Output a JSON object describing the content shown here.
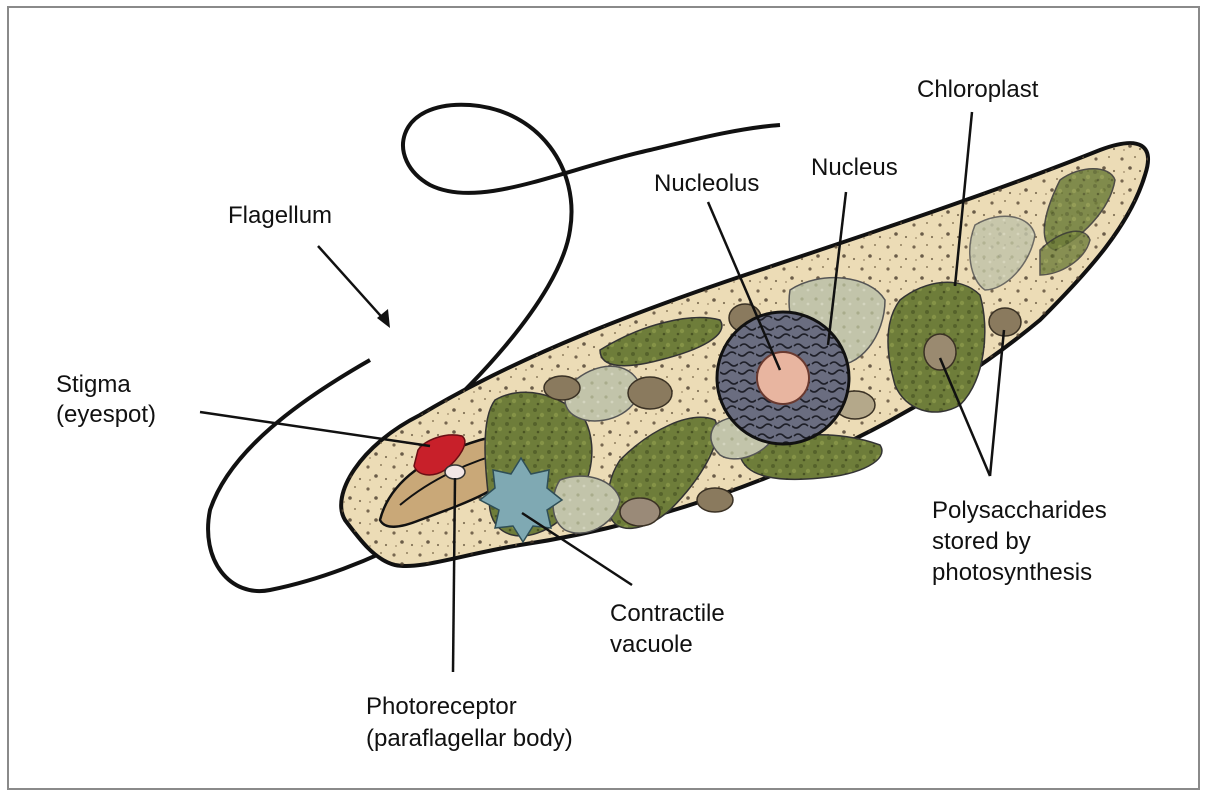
{
  "labels": {
    "flagellum": "Flagellum",
    "chloroplast": "Chloroplast",
    "nucleolus": "Nucleolus",
    "nucleus": "Nucleus",
    "stigma_line1": "Stigma",
    "stigma_line2": "(eyespot)",
    "polysaccharides_line1": "Polysaccharides",
    "polysaccharides_line2": "stored by",
    "polysaccharides_line3": "photosynthesis",
    "contractile_line1": "Contractile",
    "contractile_line2": "vacuole",
    "photoreceptor_line1": "Photoreceptor",
    "photoreceptor_line2": "(paraflagellar body)"
  },
  "colors": {
    "cytoplasm": "#ecdcb6",
    "chloroplast": "#6e7d3a",
    "chloroplast_pale": "#b9bca0",
    "nucleus": "#5b5e70",
    "nucleolus": "#e8b5a0",
    "stigma": "#c8202a",
    "vacuole": "#7fa9b3",
    "polysaccharide": "#8a7a5e",
    "outline": "#111111"
  }
}
